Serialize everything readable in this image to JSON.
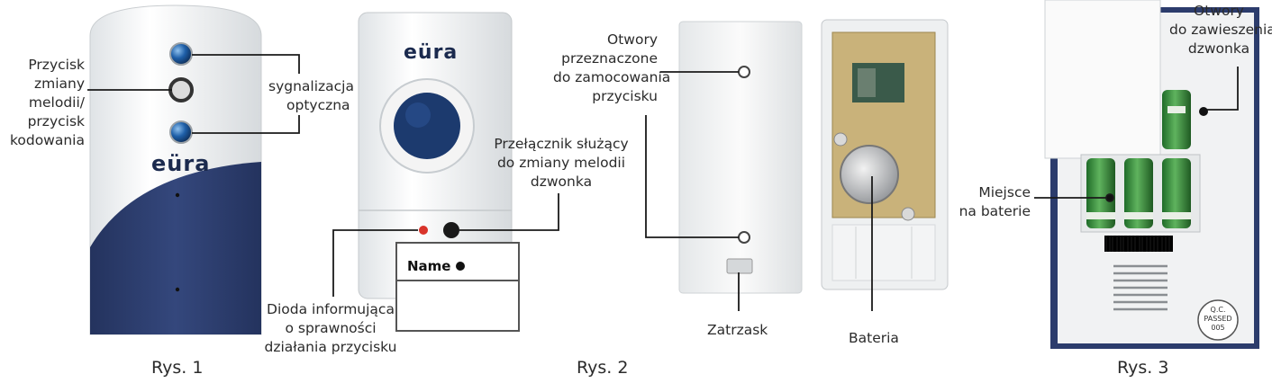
{
  "brand": "eüra",
  "nameplate": "Name",
  "fig1": {
    "caption": "Rys. 1",
    "button_label": [
      "Przycisk",
      "zmiany",
      "melodii/",
      "przycisk",
      "kodowania"
    ],
    "optical_label": [
      "sygnalizacja",
      "optyczna"
    ]
  },
  "fig2": {
    "caption": "Rys. 2",
    "switch_label": [
      "Przełącznik służący",
      "do zmiany melodii",
      "dzwonka"
    ],
    "diode_label": [
      "Dioda informująca",
      "o sprawności",
      "działania przycisku"
    ],
    "holes_label": [
      "Otwory",
      "przeznaczone",
      "do zamocowania",
      "przycisku"
    ],
    "latch_label": "Zatrzask",
    "battery_label": "Bateria"
  },
  "fig3": {
    "caption": "Rys. 3",
    "holes_label": [
      "Otwory",
      "do zawieszenia",
      "dzwonka"
    ],
    "batteries_label": [
      "Miejsce",
      "na baterie"
    ],
    "qc_stamp": [
      "Q.C.",
      "PASSED",
      "005"
    ]
  },
  "colors": {
    "navy": "#2c3c6c",
    "led_blue": "#1e5fa8",
    "button_blue": "#1c3a6e",
    "pcb": "#c9b27a",
    "battery_green": "#3a8a3e",
    "line": "#1a1a1a"
  }
}
